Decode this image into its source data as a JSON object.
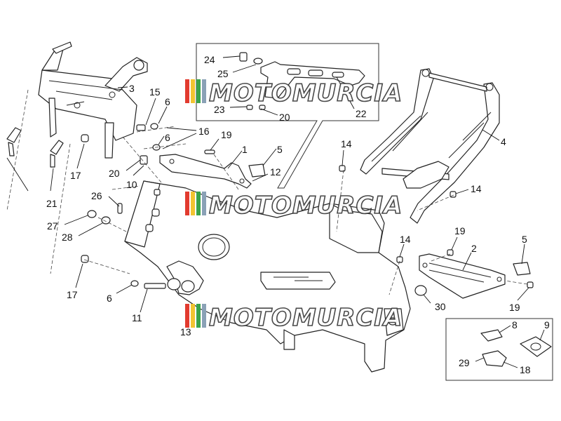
{
  "watermark": {
    "text": "MOTOMURCIA",
    "stripe_colors": [
      "#e23b2f",
      "#f2c431",
      "#3aa34a",
      "#8aa1b6"
    ]
  },
  "callouts": {
    "c1": "1",
    "c2": "2",
    "c3": "3",
    "c4": "4",
    "c5a": "5",
    "c5b": "5",
    "c6a": "6",
    "c6b": "6",
    "c6c": "6",
    "c8": "8",
    "c9": "9",
    "c10": "10",
    "c11": "11",
    "c12": "12",
    "c13": "13",
    "c14a": "14",
    "c14b": "14",
    "c14c": "14",
    "c15": "15",
    "c16": "16",
    "c17a": "17",
    "c17b": "17",
    "c18": "18",
    "c19a": "19",
    "c19b": "19",
    "c19c": "19",
    "c20a": "20",
    "c20b": "20",
    "c21": "21",
    "c22": "22",
    "c23": "23",
    "c24": "24",
    "c25": "25",
    "c26": "26",
    "c27": "27",
    "c28": "28",
    "c29": "29",
    "c30": "30"
  }
}
